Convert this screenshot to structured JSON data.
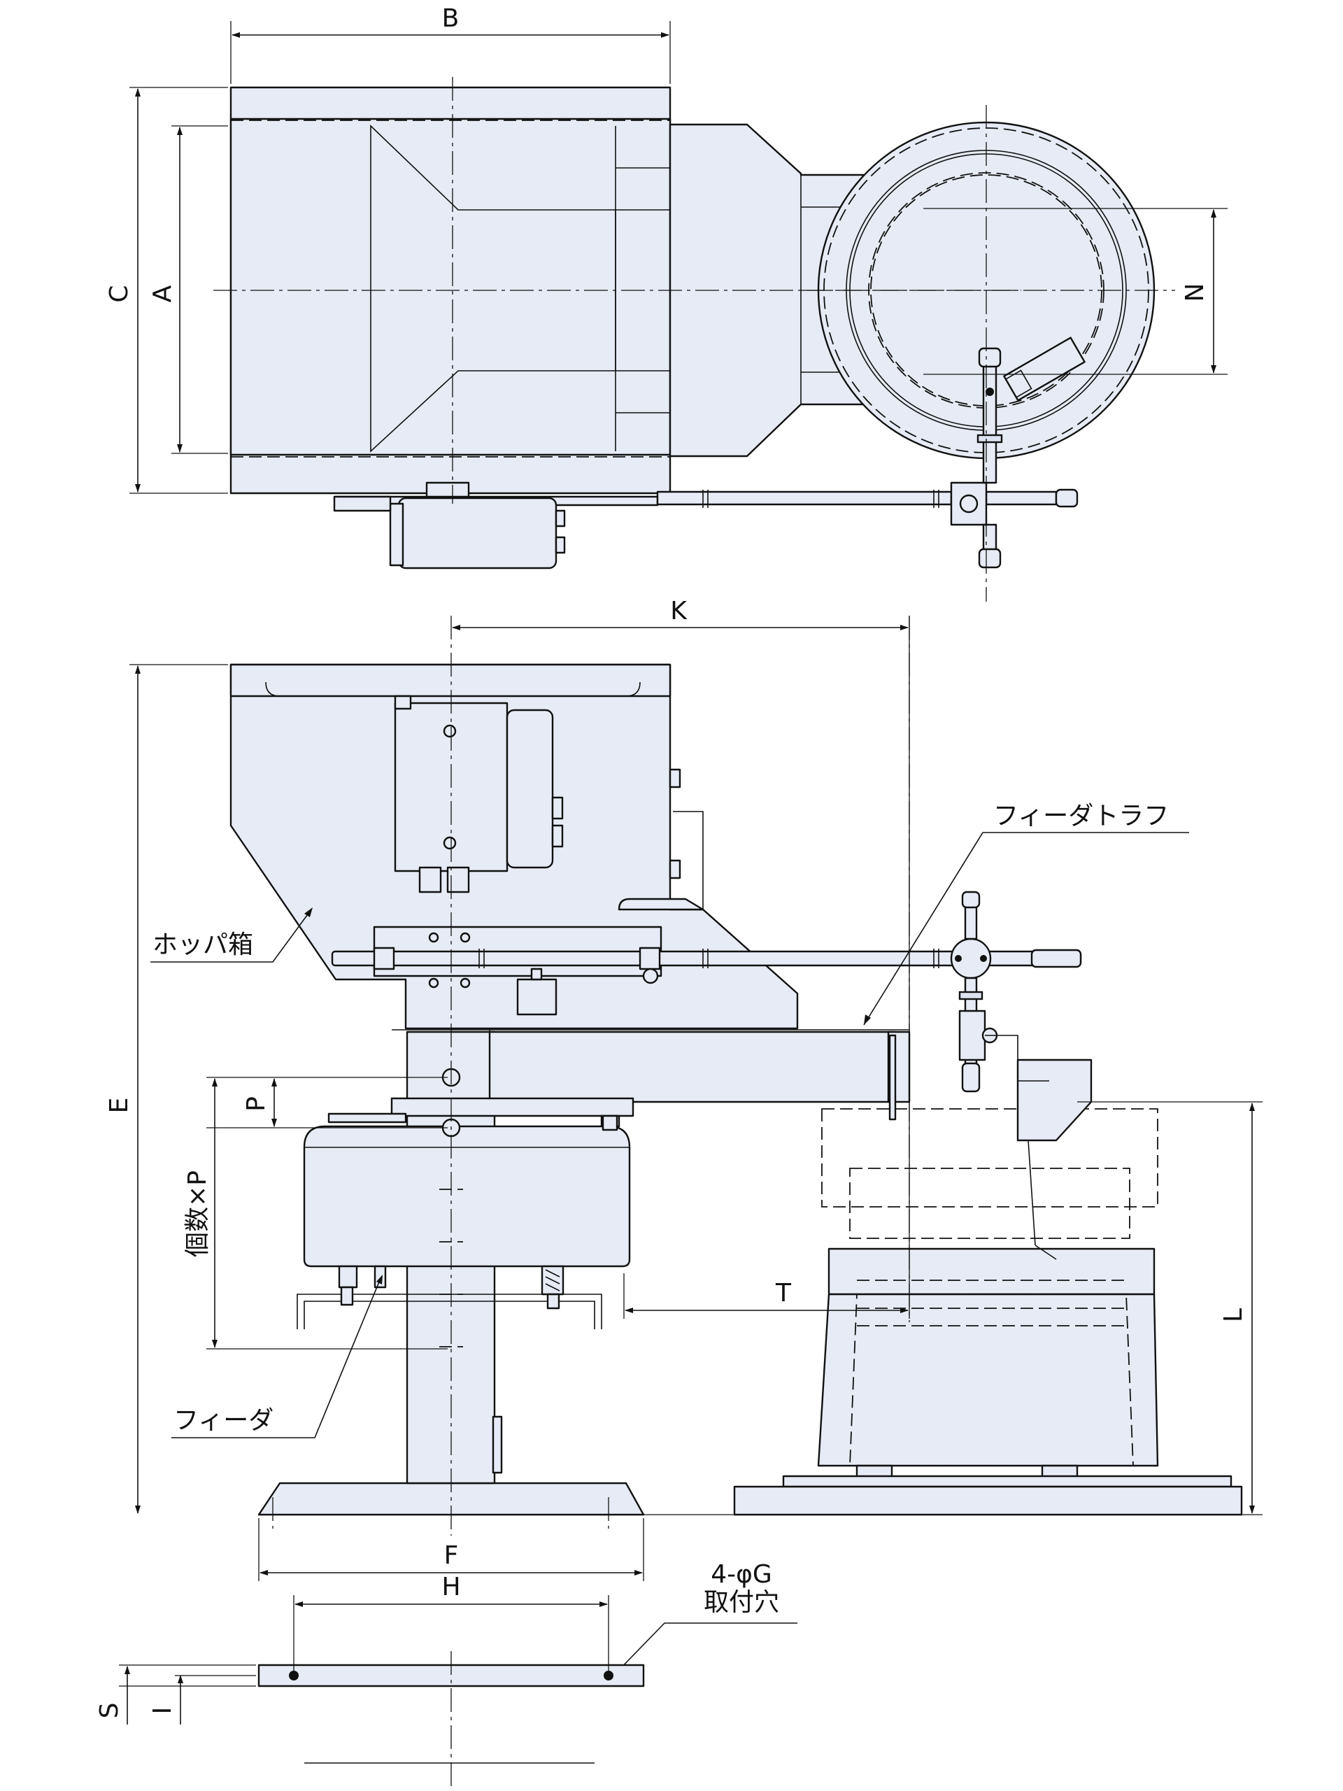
{
  "dimensions": {
    "A": "A",
    "B": "B",
    "C": "C",
    "N": "N",
    "K": "K",
    "E": "E",
    "P": "P",
    "count_x_P": "個数×P",
    "T": "T",
    "L": "L",
    "F": "F",
    "H": "H",
    "S": "S",
    "I": "I"
  },
  "labels": {
    "feeder_trough": "フィーダトラフ",
    "hopper_box": "ホッパ箱",
    "feeder": "フィーダ",
    "mount_hole_count": "4-φG",
    "mount_hole_name": "取付穴"
  }
}
